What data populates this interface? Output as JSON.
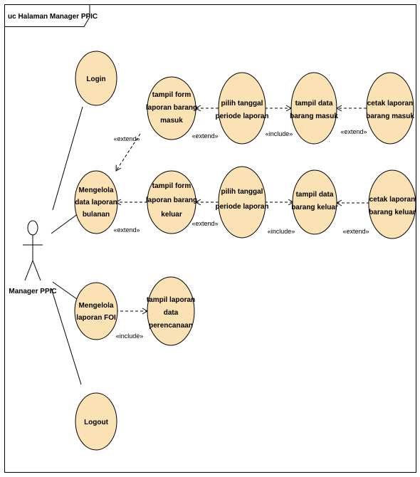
{
  "diagram": {
    "title": "uc Halaman Manager PPIC",
    "actor": "Manager PPIC",
    "use_cases": {
      "login": [
        "Login"
      ],
      "mengelola_data": [
        "Mengelola",
        "data laporan",
        "bulanan"
      ],
      "mengelola_foi": [
        "Mengelola",
        "laporan FOI"
      ],
      "logout": [
        "Logout"
      ],
      "tampil_form_masuk": [
        "tampil form",
        "laporan barang",
        "masuk"
      ],
      "pilih_tanggal_masuk": [
        "pilih tanggal",
        "periode laporan"
      ],
      "tampil_data_masuk": [
        "tampil data",
        "barang masuk"
      ],
      "cetak_masuk": [
        "cetak laporan",
        "barang masuk"
      ],
      "tampil_form_keluar": [
        "tampil form",
        "laporan barang",
        "keluar"
      ],
      "pilih_tanggal_keluar": [
        "pilih tanggal",
        "periode laporan"
      ],
      "tampil_data_keluar": [
        "tampil data",
        "barang keluar"
      ],
      "cetak_keluar": [
        "cetak laporan",
        "barang keluar"
      ],
      "tampil_perencanaan": [
        "tampil laporan",
        "data",
        "perencanaan"
      ]
    },
    "relations": {
      "extend": "«extend»",
      "include": "«include»"
    }
  }
}
